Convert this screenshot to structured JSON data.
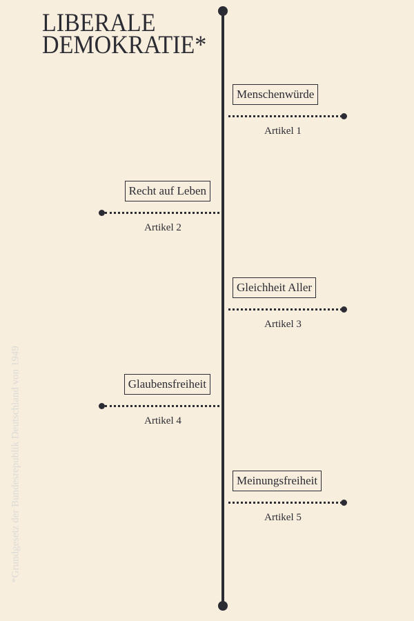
{
  "title_line1": "LIBERALE",
  "title_line2": "DEMOKRATIE*",
  "footnote": "*Grundgesetz der Bundesrepublik Deutschland von 1949",
  "items": [
    {
      "label": "Menschenwürde",
      "article": "Artikel 1",
      "side": "right"
    },
    {
      "label": "Recht auf Leben",
      "article": "Artikel 2",
      "side": "left"
    },
    {
      "label": "Gleichheit Aller",
      "article": "Artikel 3",
      "side": "right"
    },
    {
      "label": "Glaubensfreiheit",
      "article": "Artikel 4",
      "side": "left"
    },
    {
      "label": "Meinungsfreiheit",
      "article": "Artikel 5",
      "side": "right"
    }
  ],
  "colors": {
    "background": "#f7eedd",
    "ink": "#2b2b33",
    "footnote": "#dcdad6"
  }
}
